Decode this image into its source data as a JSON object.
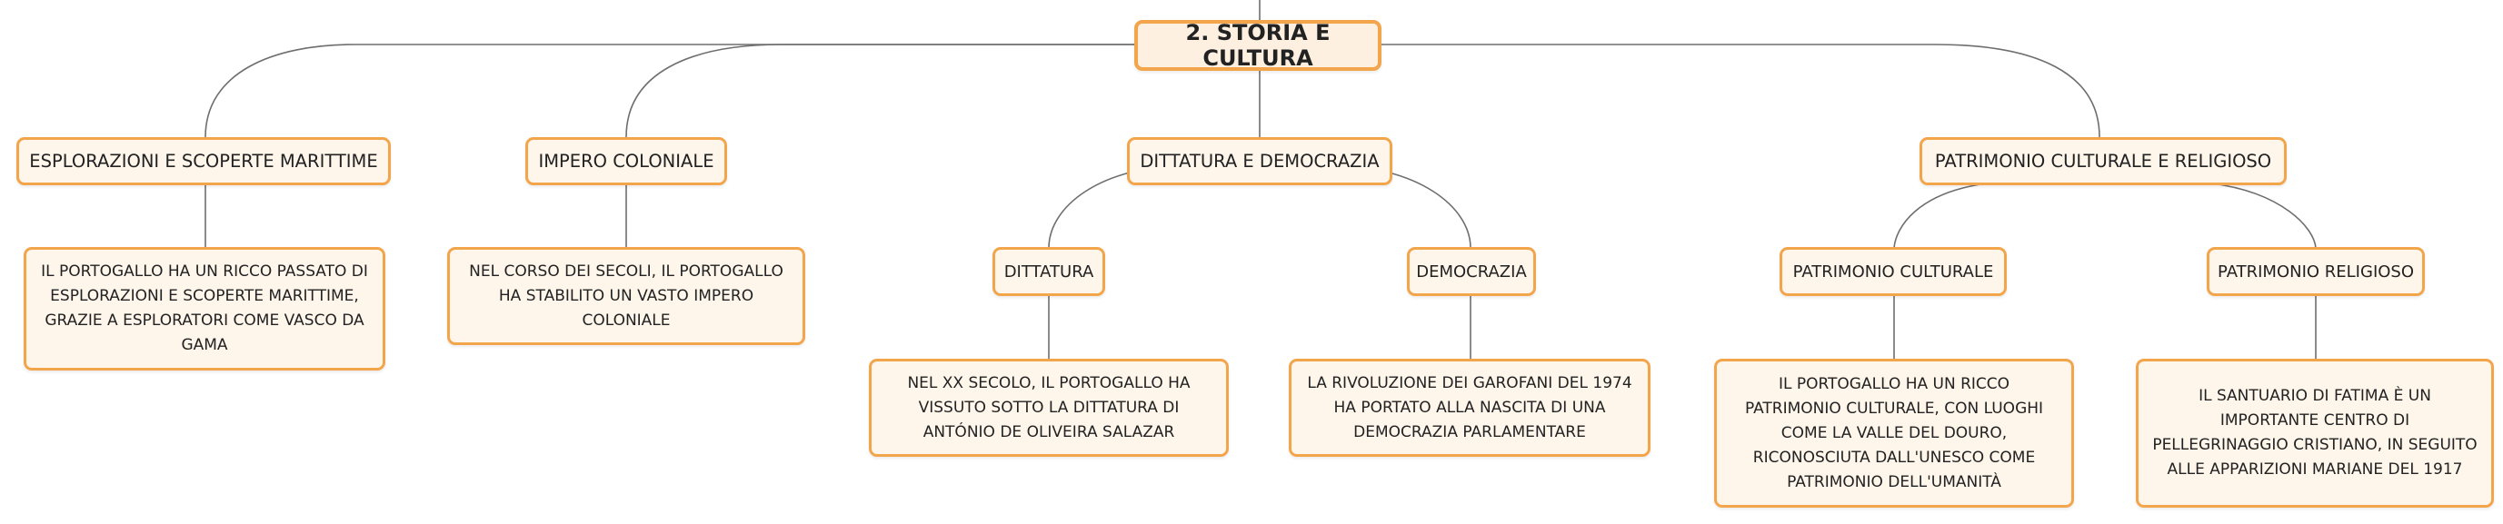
{
  "root": {
    "label": "2. STORIA E CULTURA"
  },
  "branches": [
    {
      "label": "ESPLORAZIONI E SCOPERTE MARITTIME",
      "detail": "IL PORTOGALLO HA UN RICCO PASSATO DI ESPLORAZIONI E SCOPERTE MARITTIME, GRAZIE A ESPLORATORI COME VASCO DA GAMA"
    },
    {
      "label": "IMPERO COLONIALE",
      "detail": "NEL CORSO DEI SECOLI, IL PORTOGALLO HA STABILITO UN VASTO IMPERO COLONIALE"
    },
    {
      "label": "DITTATURA E DEMOCRAZIA",
      "children": [
        {
          "label": "DITTATURA",
          "detail": "NEL XX SECOLO, IL PORTOGALLO HA VISSUTO SOTTO LA DITTATURA DI ANTÓNIO DE OLIVEIRA SALAZAR"
        },
        {
          "label": "DEMOCRAZIA",
          "detail": "LA RIVOLUZIONE DEI GAROFANI DEL 1974 HA PORTATO ALLA NASCITA DI UNA DEMOCRAZIA PARLAMENTARE"
        }
      ]
    },
    {
      "label": "PATRIMONIO CULTURALE E RELIGIOSO",
      "children": [
        {
          "label": "PATRIMONIO CULTURALE",
          "detail": "IL PORTOGALLO HA UN RICCO PATRIMONIO CULTURALE, CON LUOGHI COME LA VALLE DEL DOURO, RICONOSCIUTA DALL'UNESCO COME PATRIMONIO DELL'UMANITÀ"
        },
        {
          "label": "PATRIMONIO RELIGIOSO",
          "detail": "IL SANTUARIO DI FATIMA È UN IMPORTANTE CENTRO DI PELLEGRINAGGIO CRISTIANO, IN SEGUITO ALLE APPARIZIONI MARIANE DEL 1917"
        }
      ]
    }
  ]
}
